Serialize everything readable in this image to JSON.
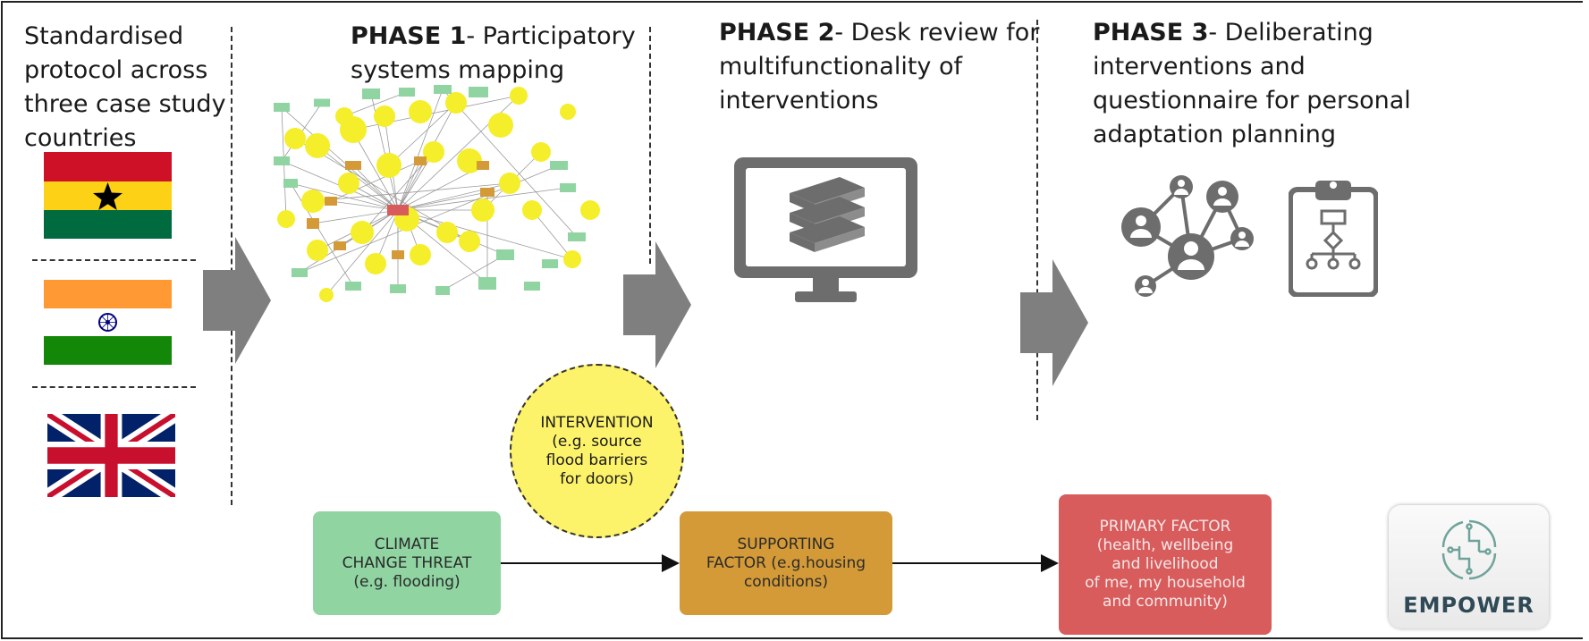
{
  "left_panel": {
    "title_lines": [
      "Standardised",
      "protocol across",
      "three case study",
      "countries"
    ]
  },
  "phase1": {
    "bold": "PHASE 1",
    "rest": "- Participatory",
    "line2": "systems mapping"
  },
  "phase2": {
    "bold": "PHASE 2",
    "rest": "- Desk review for",
    "line2": "multifunctionality of",
    "line3": "interventions"
  },
  "phase3": {
    "bold": "PHASE 3",
    "rest": "- Deliberating",
    "line2": "interventions and",
    "line3": "questionnaire for personal",
    "line4": "adaptation planning"
  },
  "flow": {
    "intervention": [
      "INTERVENTION",
      "(e.g. source",
      "flood barriers",
      "for doors)"
    ],
    "climate_threat": [
      "CLIMATE",
      "CHANGE THREAT",
      "(e.g. flooding)"
    ],
    "supporting_factor": [
      "SUPPORTING",
      "FACTOR (e.g.housing",
      "conditions)"
    ],
    "primary_factor": [
      "PRIMARY FACTOR",
      "(health, wellbeing",
      "and livelihood",
      "of me, my household",
      "and community)"
    ]
  },
  "logo": {
    "text": "EMPOWER"
  },
  "icons": {
    "flags": [
      "ghana-flag-icon",
      "india-flag-icon",
      "uk-flag-icon"
    ],
    "phase2": "computer-books-icon",
    "phase3": [
      "network-people-icon",
      "clipboard-flowchart-icon"
    ]
  },
  "colors": {
    "arrow": "#7f7f7f",
    "threat": "#8fd4a1",
    "supporting": "#d49a37",
    "primary": "#d85c5c",
    "intervention": "#fdf36b",
    "icon_gray": "#6d6d6d"
  }
}
